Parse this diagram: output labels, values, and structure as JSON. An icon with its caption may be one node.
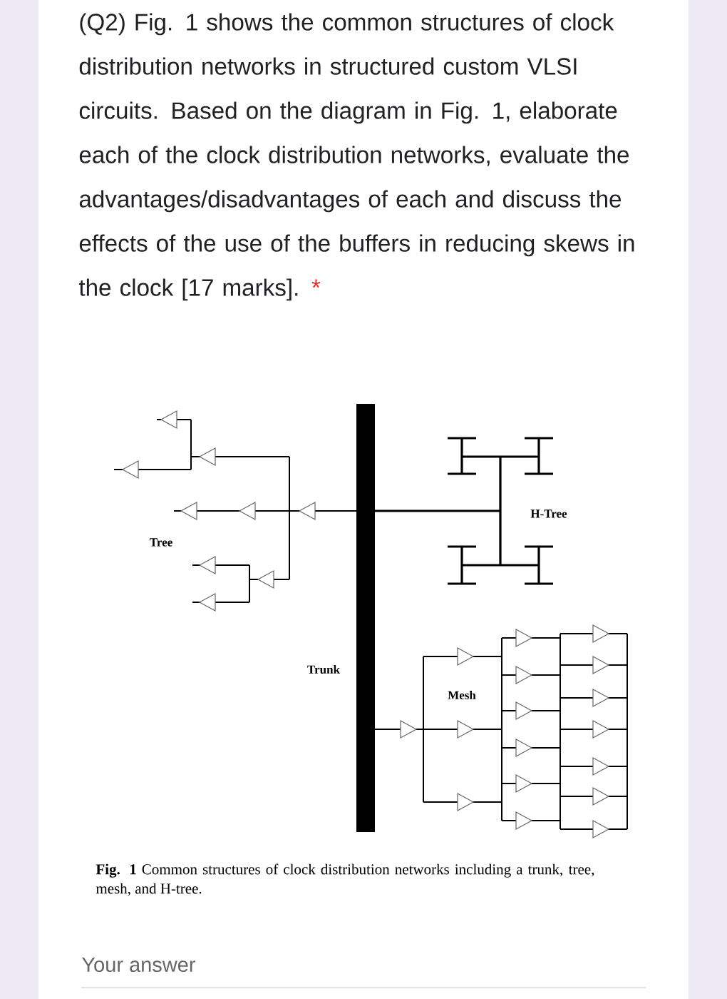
{
  "diagram": {
    "title": "(Q2) Fig. 1 shows the common structures of clock distribution networks in structured custom VLSI circuits. Based on the diagram in Fig. 1, elaborate each of the clock distribution networks, evaluate the advantages/disadvantages of each and discuss the effects of the use of the buffers in reducing skews in the clock [17 marks].",
    "caption": "**Fig. 1** Common structures of clock distribution networks including a trunk, tree, mesh, and H-tree.",
    "labels": [
      "*",
      "H-Tree",
      "Tree",
      "Trunk",
      "Mesh",
      "Your answer"
    ]
  }
}
